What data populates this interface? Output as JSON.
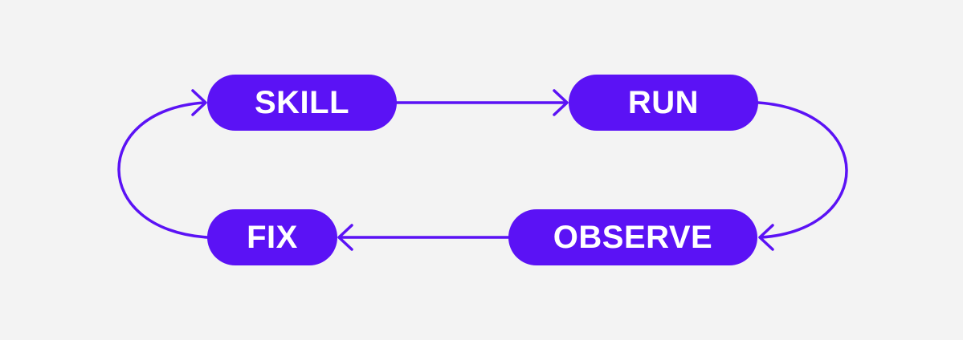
{
  "diagram": {
    "accent_color": "#5b12f5",
    "background_color": "#f3f3f3",
    "nodes": {
      "skill": "SKILL",
      "run": "RUN",
      "observe": "OBSERVE",
      "fix": "FIX"
    },
    "edges": [
      {
        "from": "SKILL",
        "to": "RUN"
      },
      {
        "from": "RUN",
        "to": "OBSERVE"
      },
      {
        "from": "OBSERVE",
        "to": "FIX"
      },
      {
        "from": "FIX",
        "to": "SKILL"
      }
    ]
  }
}
